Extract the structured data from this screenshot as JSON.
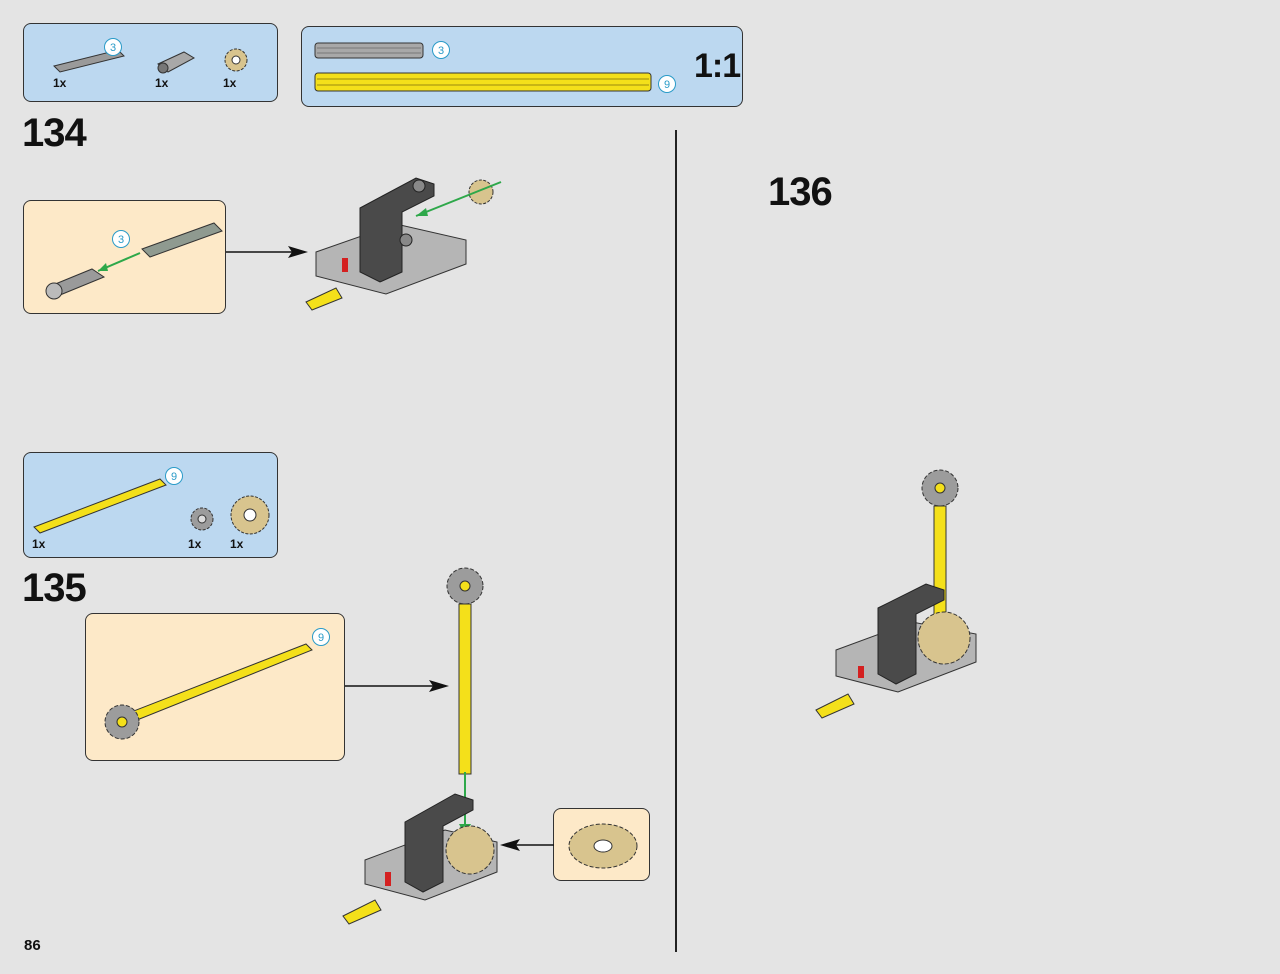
{
  "page": {
    "number": "86"
  },
  "scale_box": {
    "scale": "1:1",
    "rulers": [
      {
        "length": "3",
        "color": "#a8a8a8"
      },
      {
        "length": "9",
        "color": "#f4e01a"
      }
    ]
  },
  "steps": [
    {
      "number": "134",
      "parts": [
        {
          "qty": "1x",
          "length": "3",
          "name": "axle-grey"
        },
        {
          "qty": "1x",
          "name": "connector-grey"
        },
        {
          "qty": "1x",
          "name": "gear-tan"
        }
      ],
      "sub_assembly_length": "3"
    },
    {
      "number": "135",
      "parts": [
        {
          "qty": "1x",
          "length": "9",
          "name": "axle-yellow"
        },
        {
          "qty": "1x",
          "name": "gear-grey-small"
        },
        {
          "qty": "1x",
          "name": "gear-tan-large"
        }
      ],
      "sub_assembly_length": "9"
    },
    {
      "number": "136"
    }
  ],
  "colors": {
    "parts_bg": "#bcd8f0",
    "subassembly_bg": "#fde9c8",
    "axle_yellow": "#f4e01a",
    "gear_tan": "#d8c48e",
    "arrow_green": "#2ea84a",
    "badge_blue": "#2a9bc8"
  }
}
